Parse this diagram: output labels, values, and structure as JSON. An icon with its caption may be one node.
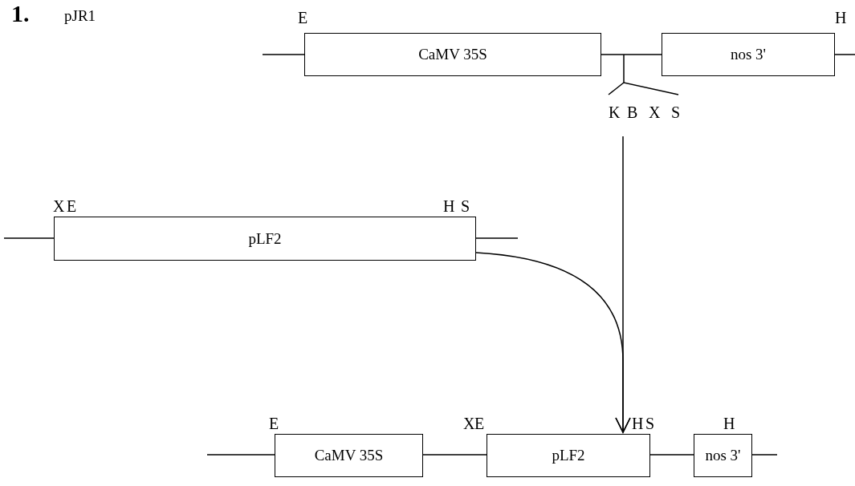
{
  "diagram": {
    "nodes": [
      {
        "text": [
          "CaMV 35S"
        ]
      },
      {
        "text": [
          "nos 3'"
        ]
      },
      {
        "text": [
          "pLF2"
        ]
      },
      {
        "text": [
          "CaMV 35S"
        ]
      },
      {
        "text": [
          "pLF2"
        ]
      },
      {
        "text": [
          "nos 3'"
        ]
      }
    ],
    "edges": [
      {
        "from": null,
        "to": 4,
        "arrow": "to"
      },
      {
        "from": 2,
        "to": 4,
        "arrow": "to"
      }
    ],
    "labels": [
      "1.",
      "pJR1",
      "E",
      "H",
      "K",
      "B",
      "X",
      "S",
      "X",
      "E",
      "H",
      "S",
      "E",
      "X",
      "E",
      "H",
      "S",
      "H"
    ]
  }
}
